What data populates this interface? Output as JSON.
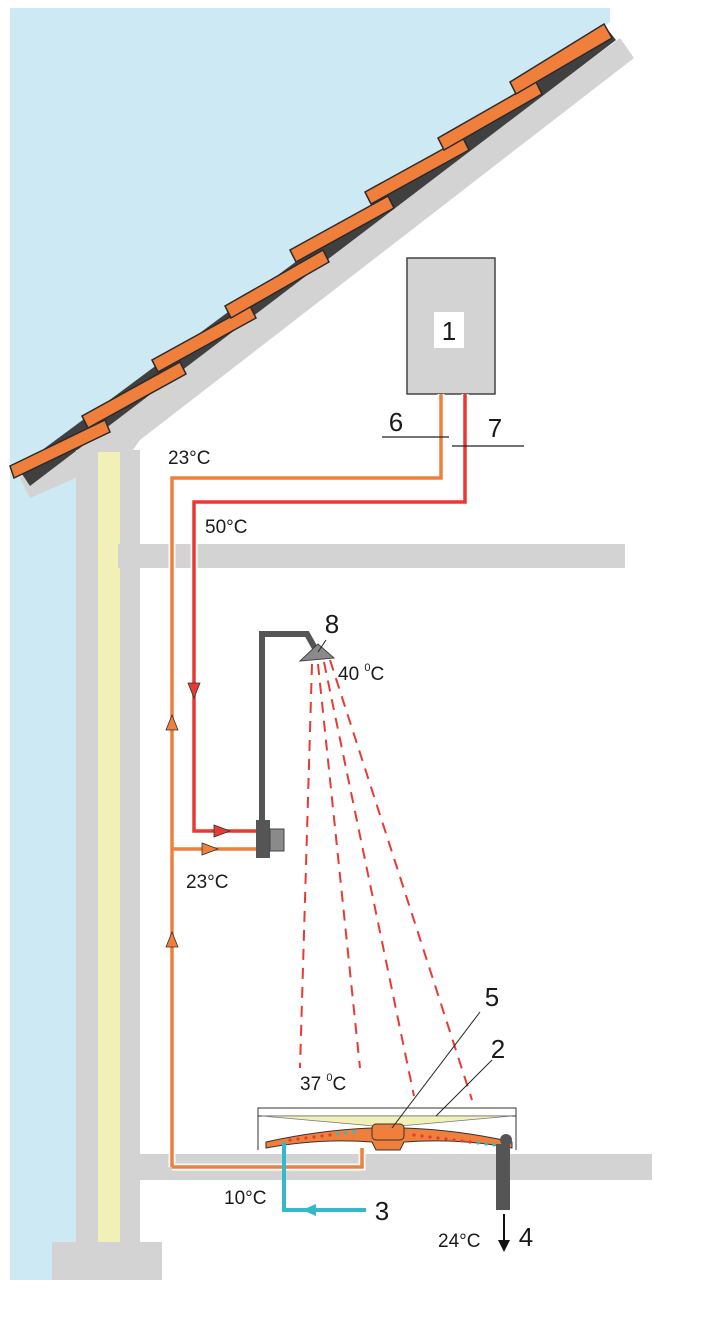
{
  "labels": {
    "n1": "1",
    "n2": "2",
    "n3": "3",
    "n4": "4",
    "n5": "5",
    "n6": "6",
    "n7": "7",
    "n8": "8"
  },
  "temps": {
    "cold_supply_top": "23°C",
    "hot_supply": "50°C",
    "shower_head_num": "40 ",
    "shower_head_unit": "C",
    "shower_head_deg": "0",
    "mixer_cold": "23°C",
    "tray_num": "37 ",
    "tray_unit": "C",
    "tray_deg": "0",
    "mains_inlet": "10°C",
    "drain_outlet": "24°C"
  },
  "colors": {
    "sky": "#cde9f3",
    "roof_tiles": "#f07f3c",
    "roof_underlay": "#404040",
    "structure": "#d3d3d3",
    "insulation": "#f1f0b6",
    "preheated_pipe": "#f07f3c",
    "hot_pipe": "#e83a32",
    "cold_pipe": "#35b8c9",
    "shower_pipe": "#555555"
  }
}
